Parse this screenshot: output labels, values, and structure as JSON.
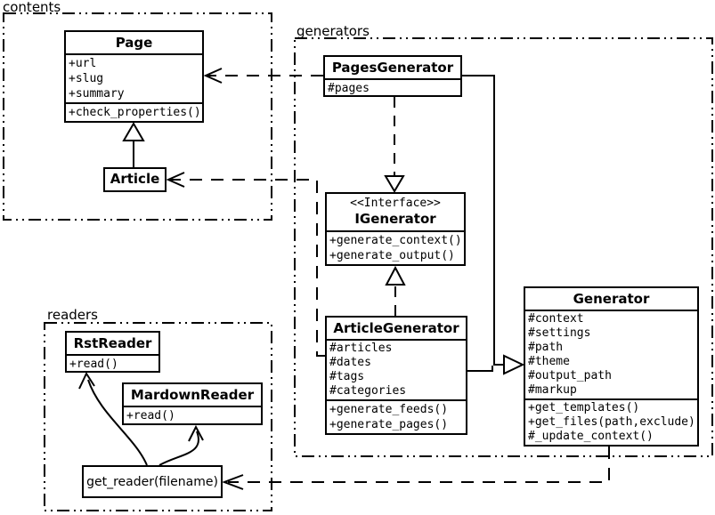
{
  "packages": {
    "contents": {
      "label": "contents"
    },
    "generators": {
      "label": "generators"
    },
    "readers": {
      "label": "readers"
    }
  },
  "classes": {
    "page": {
      "name": "Page",
      "attributes": [
        "+url",
        "+slug",
        "+summary"
      ],
      "methods": [
        "+check_properties()"
      ]
    },
    "article": {
      "name": "Article"
    },
    "pages_generator": {
      "name": "PagesGenerator",
      "attributes": [
        "#pages"
      ]
    },
    "igenerator": {
      "stereotype": "<<Interface>>",
      "name": "IGenerator",
      "methods": [
        "+generate_context()",
        "+generate_output()"
      ]
    },
    "article_generator": {
      "name": "ArticleGenerator",
      "attributes": [
        "#articles",
        "#dates",
        "#tags",
        "#categories"
      ],
      "methods": [
        "+generate_feeds()",
        "+generate_pages()"
      ]
    },
    "generator": {
      "name": "Generator",
      "attributes": [
        "#context",
        "#settings",
        "#path",
        "#theme",
        "#output_path",
        "#markup"
      ],
      "methods": [
        "+get_templates()",
        "+get_files(path,exclude)",
        "#_update_context()"
      ]
    },
    "rst_reader": {
      "name": "RstReader",
      "methods": [
        "+read()"
      ]
    },
    "mardown_reader": {
      "name": "MardownReader",
      "methods": [
        "+read()"
      ]
    },
    "get_reader": {
      "label": "get_reader(filename)"
    }
  },
  "relationships": [
    {
      "from": "Article",
      "to": "Page",
      "type": "generalization",
      "line": "solid",
      "head": "hollow-triangle"
    },
    {
      "from": "PagesGenerator",
      "to": "Page",
      "type": "dependency",
      "line": "dashed",
      "head": "open-arrow"
    },
    {
      "from": "PagesGenerator",
      "to": "IGenerator",
      "type": "realization",
      "line": "dashed",
      "head": "hollow-triangle"
    },
    {
      "from": "ArticleGenerator",
      "to": "IGenerator",
      "type": "realization",
      "line": "dashed",
      "head": "hollow-triangle"
    },
    {
      "from": "PagesGenerator",
      "to": "Generator",
      "type": "generalization",
      "line": "solid",
      "head": "hollow-triangle"
    },
    {
      "from": "ArticleGenerator",
      "to": "Generator",
      "type": "generalization",
      "line": "solid",
      "head": "hollow-triangle"
    },
    {
      "from": "ArticleGenerator",
      "to": "Article",
      "type": "dependency",
      "line": "dashed",
      "head": "open-arrow"
    },
    {
      "from": "Generator",
      "to": "get_reader(filename)",
      "type": "dependency",
      "line": "dashed",
      "head": "open-arrow"
    },
    {
      "from": "get_reader(filename)",
      "to": "RstReader",
      "type": "dependency",
      "line": "curved-solid",
      "head": "open-arrow"
    },
    {
      "from": "get_reader(filename)",
      "to": "MardownReader",
      "type": "dependency",
      "line": "curved-solid",
      "head": "open-arrow"
    }
  ],
  "colors": {
    "line": "#000000",
    "background": "#ffffff",
    "box_fill": "#ffffff"
  }
}
